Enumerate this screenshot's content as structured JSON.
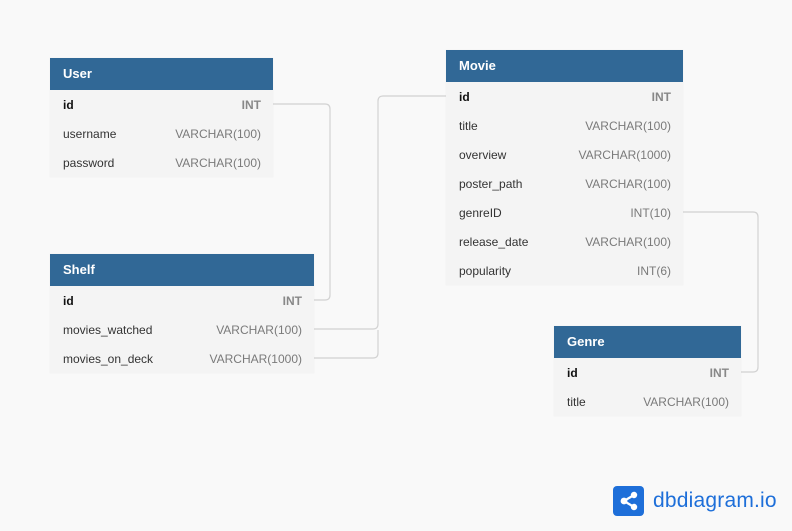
{
  "tables": {
    "user": {
      "name": "User",
      "fields": [
        {
          "name": "id",
          "type": "INT"
        },
        {
          "name": "username",
          "type": "VARCHAR(100)"
        },
        {
          "name": "password",
          "type": "VARCHAR(100)"
        }
      ]
    },
    "shelf": {
      "name": "Shelf",
      "fields": [
        {
          "name": "id",
          "type": "INT"
        },
        {
          "name": "movies_watched",
          "type": "VARCHAR(100)"
        },
        {
          "name": "movies_on_deck",
          "type": "VARCHAR(1000)"
        }
      ]
    },
    "movie": {
      "name": "Movie",
      "fields": [
        {
          "name": "id",
          "type": "INT"
        },
        {
          "name": "title",
          "type": "VARCHAR(100)"
        },
        {
          "name": "overview",
          "type": "VARCHAR(1000)"
        },
        {
          "name": "poster_path",
          "type": "VARCHAR(100)"
        },
        {
          "name": "genreID",
          "type": "INT(10)"
        },
        {
          "name": "release_date",
          "type": "VARCHAR(100)"
        },
        {
          "name": "popularity",
          "type": "INT(6)"
        }
      ]
    },
    "genre": {
      "name": "Genre",
      "fields": [
        {
          "name": "id",
          "type": "INT"
        },
        {
          "name": "title",
          "type": "VARCHAR(100)"
        }
      ]
    }
  },
  "brand": {
    "text": "dbdiagram.io",
    "icon": "share-nodes-icon",
    "color": "#1e6fd9"
  },
  "colors": {
    "header": "#316896",
    "connector": "#d0d0d0"
  }
}
